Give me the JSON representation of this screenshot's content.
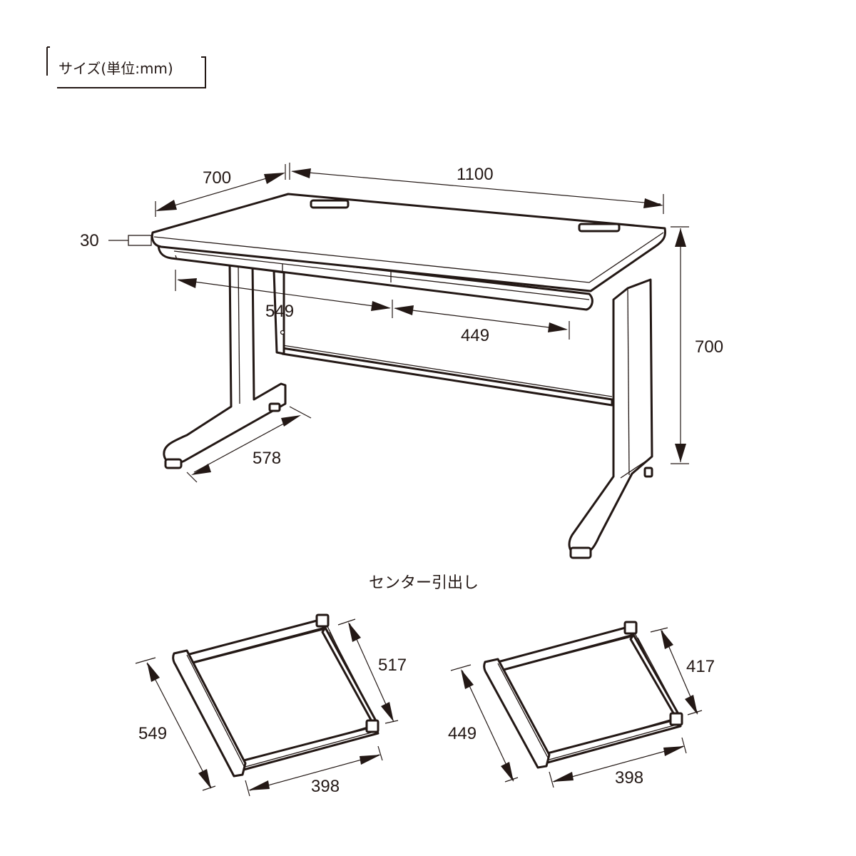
{
  "size_label": "サイズ(単位:mm)",
  "center_drawer_label": "センター引出し",
  "desk": {
    "depth": "700",
    "width": "1100",
    "top_thickness": "30",
    "height": "700",
    "leg_length": "578",
    "drawer_width_left": "549",
    "drawer_width_right": "449"
  },
  "drawer_left": {
    "length": "549",
    "depth": "517",
    "width": "398"
  },
  "drawer_right": {
    "length": "449",
    "depth": "417",
    "width": "398"
  },
  "colors": {
    "line": "#231815",
    "background": "#ffffff"
  }
}
